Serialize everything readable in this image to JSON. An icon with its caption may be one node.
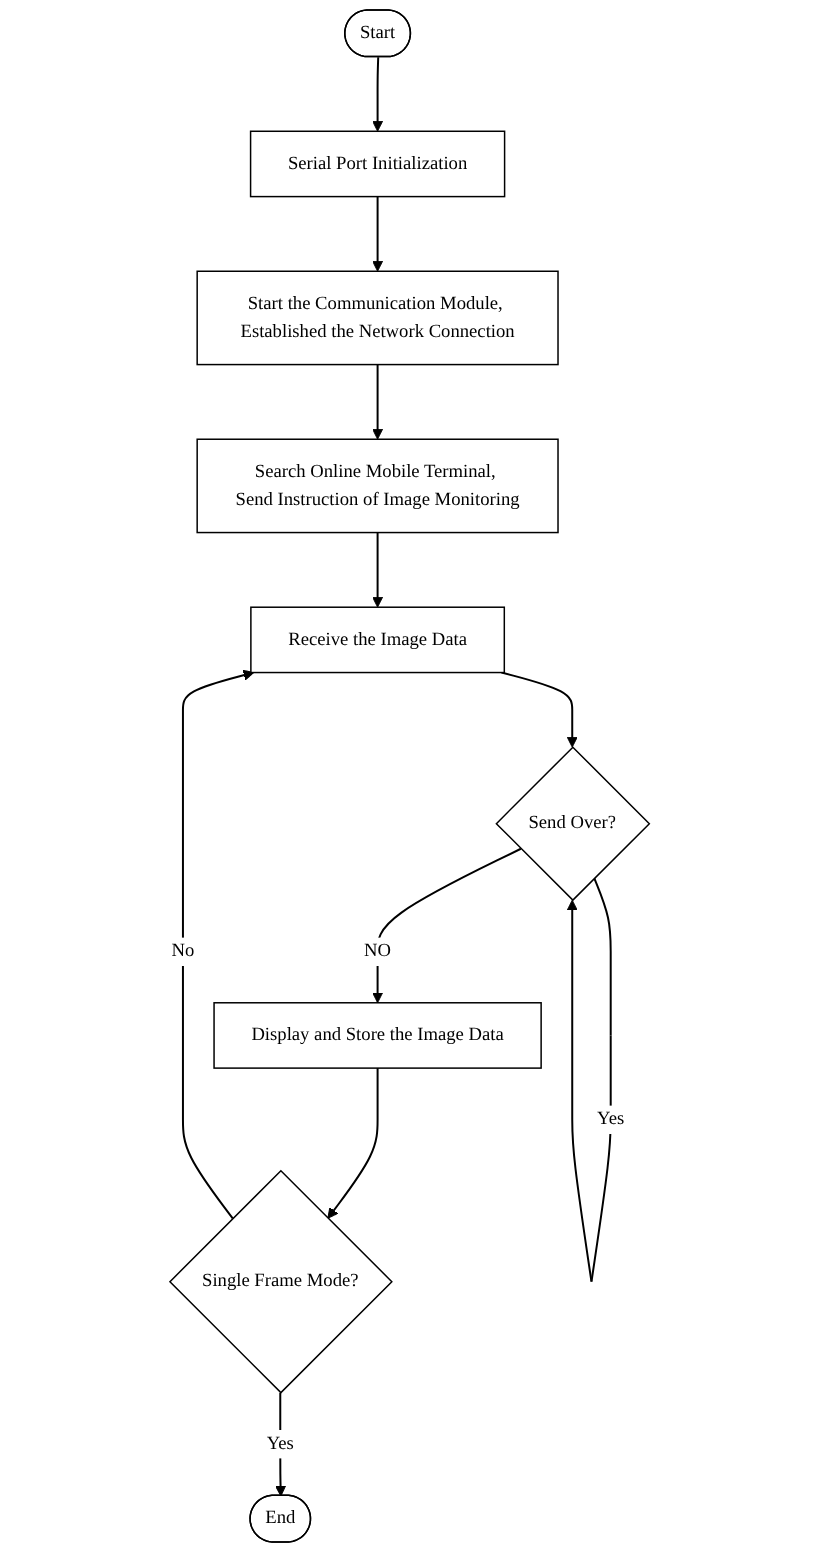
{
  "diagram": {
    "nodes": [
      {
        "text": [
          "Start"
        ]
      },
      {
        "text": [
          "Serial Port Initialization"
        ]
      },
      {
        "text": [
          "Start the Communication Module, Established the Network Connection"
        ]
      },
      {
        "text": [
          "Search Online Mobile Terminal, Send Instruction of Image Monitoring"
        ]
      },
      {
        "text": [
          "Receive the Image Data"
        ]
      },
      {
        "text": [
          "Send Over?"
        ]
      },
      {
        "text": [
          "Display and Store the Image Data"
        ]
      },
      {
        "text": [
          "Single Frame Mode?"
        ]
      },
      {
        "text": [
          "End"
        ]
      }
    ],
    "edges": [
      {
        "from": 0,
        "to": 1,
        "arrow": "to"
      },
      {
        "from": 1,
        "to": 2,
        "arrow": "to"
      },
      {
        "from": 2,
        "to": 3,
        "arrow": "to"
      },
      {
        "from": 3,
        "to": 4,
        "arrow": "to"
      },
      {
        "from": 4,
        "to": 5,
        "arrow": "to"
      },
      {
        "from": 5,
        "to": 5,
        "label": "Yes",
        "arrow": "to"
      },
      {
        "from": 5,
        "to": 6,
        "label": "NO",
        "arrow": "to"
      },
      {
        "from": 6,
        "to": 7,
        "arrow": "to"
      },
      {
        "from": 7,
        "to": 4,
        "label": "No",
        "arrow": "to"
      },
      {
        "from": 7,
        "to": 8,
        "label": "Yes",
        "arrow": "to"
      }
    ]
  }
}
